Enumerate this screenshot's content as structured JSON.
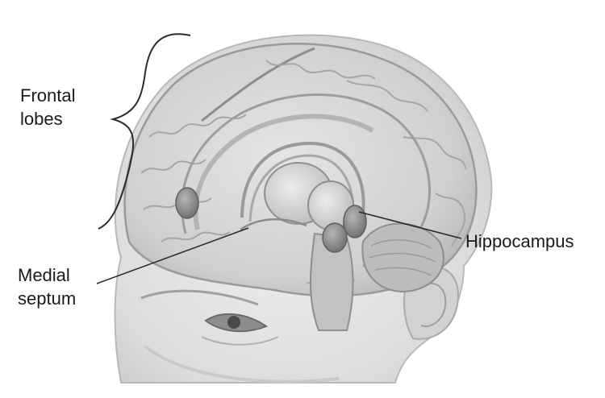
{
  "labels": {
    "frontal": [
      "Frontal",
      "lobes"
    ],
    "medial": [
      "Medial",
      "septum"
    ],
    "hippocampus": "Hippocampus"
  },
  "colors": {
    "background": "#ffffff",
    "skin": "#d9d9d9",
    "brain_fill": "#c8c8c8",
    "structure": "#b0b0b0",
    "hippocampus": "#8e8e8e",
    "ink": "#1a1a1a"
  }
}
